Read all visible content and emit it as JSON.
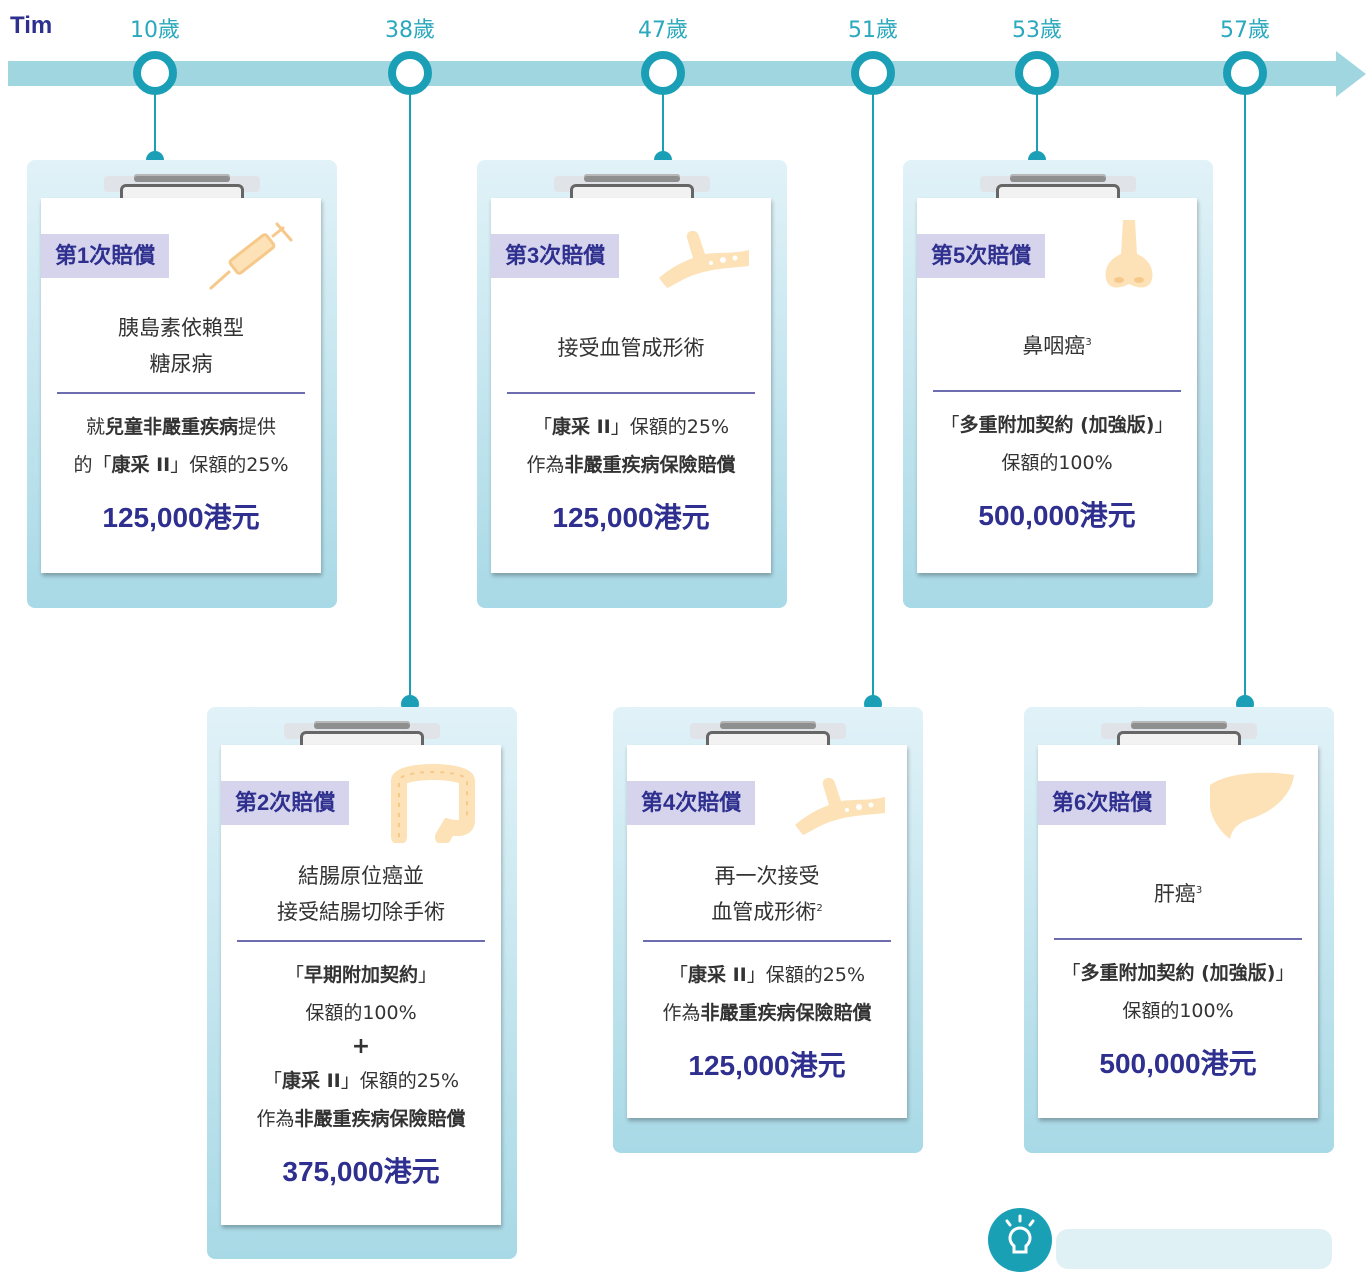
{
  "timeline": {
    "person": "Tim",
    "ages": [
      "10歲",
      "38歲",
      "47歲",
      "51歲",
      "53歲",
      "57歲"
    ]
  },
  "claims": [
    {
      "label": "第1次賠償",
      "icon": "syringe-icon",
      "condition_lines": [
        "胰島素依賴型",
        "糖尿病"
      ],
      "condition_note": "",
      "benefit_lines": [
        [
          {
            "t": "就"
          },
          {
            "t": "兒童非嚴重疾病",
            "b": true
          },
          {
            "t": "提供"
          }
        ],
        [
          {
            "t": "的「"
          },
          {
            "t": "康采 II",
            "b": true
          },
          {
            "t": "」保額的25%"
          }
        ]
      ],
      "amount": "125,000港元"
    },
    {
      "label": "第2次賠償",
      "icon": "intestine-icon",
      "condition_lines": [
        "結腸原位癌並",
        "接受結腸切除手術"
      ],
      "condition_note": "",
      "benefit_lines": [
        [
          {
            "t": "「"
          },
          {
            "t": "早期附加契約",
            "b": true
          },
          {
            "t": "」"
          }
        ],
        [
          {
            "t": "保額的100%"
          }
        ],
        [
          {
            "t": "+",
            "plus": true
          }
        ],
        [
          {
            "t": "「"
          },
          {
            "t": "康采 II",
            "b": true
          },
          {
            "t": "」保額的25%"
          }
        ],
        [
          {
            "t": "作為"
          },
          {
            "t": "非嚴重疾病保險賠償",
            "b": true
          }
        ]
      ],
      "amount": "375,000港元"
    },
    {
      "label": "第3次賠償",
      "icon": "blood-vessel-icon",
      "condition_lines": [
        "接受血管成形術"
      ],
      "condition_note": "",
      "benefit_lines": [
        [
          {
            "t": "「"
          },
          {
            "t": "康采 II",
            "b": true
          },
          {
            "t": "」保額的25%"
          }
        ],
        [
          {
            "t": "作為"
          },
          {
            "t": "非嚴重疾病保險賠償",
            "b": true
          }
        ]
      ],
      "amount": "125,000港元"
    },
    {
      "label": "第4次賠償",
      "icon": "blood-vessel-icon",
      "condition_lines": [
        "再一次接受",
        "血管成形術"
      ],
      "condition_note": "2",
      "benefit_lines": [
        [
          {
            "t": "「"
          },
          {
            "t": "康采 II",
            "b": true
          },
          {
            "t": "」保額的25%"
          }
        ],
        [
          {
            "t": "作為"
          },
          {
            "t": "非嚴重疾病保險賠償",
            "b": true
          }
        ]
      ],
      "amount": "125,000港元"
    },
    {
      "label": "第5次賠償",
      "icon": "nose-icon",
      "condition_lines": [
        "鼻咽癌"
      ],
      "condition_note": "3",
      "benefit_lines": [
        [
          {
            "t": "「"
          },
          {
            "t": "多重附加契約 (加強版)",
            "b": true
          },
          {
            "t": "」"
          }
        ],
        [
          {
            "t": "保額的100%"
          }
        ]
      ],
      "amount": "500,000港元"
    },
    {
      "label": "第6次賠償",
      "icon": "liver-icon",
      "condition_lines": [
        "肝癌"
      ],
      "condition_note": "3",
      "benefit_lines": [
        [
          {
            "t": "「"
          },
          {
            "t": "多重附加契約 (加強版)",
            "b": true
          },
          {
            "t": "」"
          }
        ],
        [
          {
            "t": "保額的100%"
          }
        ]
      ],
      "amount": "500,000港元"
    }
  ],
  "tip": {
    "icon": "lightbulb-icon"
  },
  "colors": {
    "timeline": "#9fd6e0",
    "node": "#1b9fb6",
    "accent": "#2e2f8f",
    "tag_bg": "#d5d4ec",
    "illustration": "#fde2b8"
  }
}
